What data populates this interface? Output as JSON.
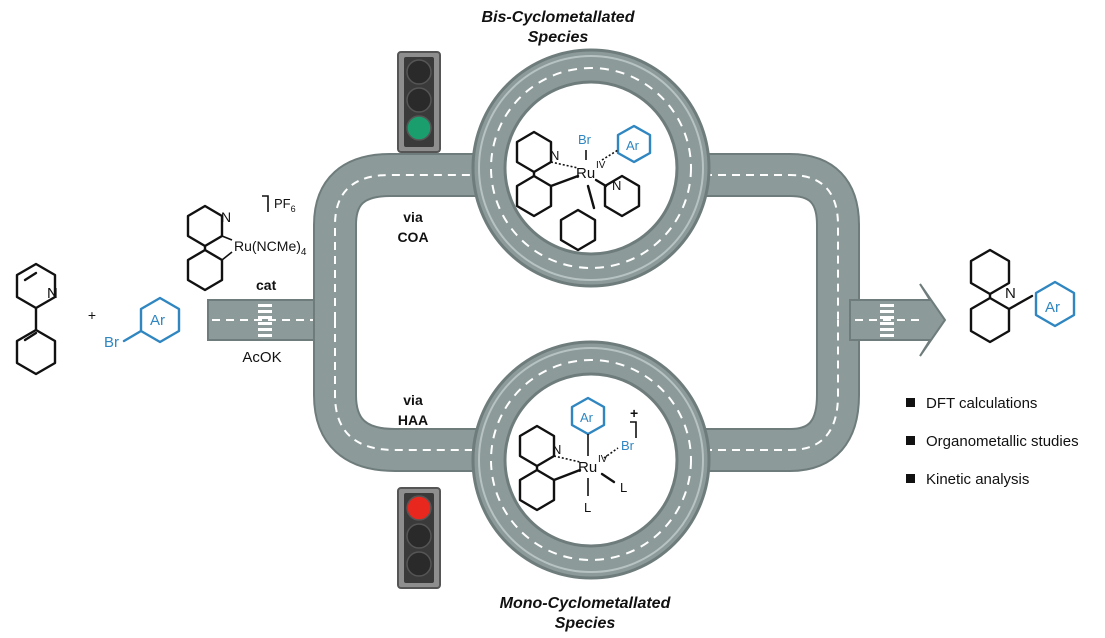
{
  "title_top": [
    "Bis-Cyclometallated",
    "Species"
  ],
  "title_bottom": [
    "Mono-Cyclometallated",
    "Species"
  ],
  "reaction": {
    "plus": "+",
    "br": "Br",
    "ar": "Ar",
    "n": "N",
    "catalyst_metal": "Ru(NCMe)",
    "catalyst_sub": "4",
    "counterion": "PF",
    "counterion_sub": "6",
    "cat_label": "cat",
    "base": "AcOK"
  },
  "pathways": {
    "upper": [
      "via",
      "COA"
    ],
    "lower": [
      "via",
      "HAA"
    ]
  },
  "complex_top": {
    "metal": "Ru",
    "ox": "IV",
    "br": "Br",
    "ar": "Ar",
    "n1": "N",
    "n2": "N"
  },
  "complex_bottom": {
    "metal": "Ru",
    "ox": "IV",
    "br": "Br",
    "ar": "Ar",
    "n": "N",
    "l1": "L",
    "l2": "L",
    "charge": "+"
  },
  "traffic_lights": {
    "top": {
      "lit": "green",
      "color": "#1a9e6e"
    },
    "bottom": {
      "lit": "red",
      "color": "#e8281e"
    }
  },
  "studies": [
    "DFT calculations",
    "Organometallic studies",
    "Kinetic analysis"
  ],
  "colors": {
    "road": "#8c9a9a",
    "road_edge": "#6f7c7c",
    "accent_blue": "#2f86c0"
  }
}
